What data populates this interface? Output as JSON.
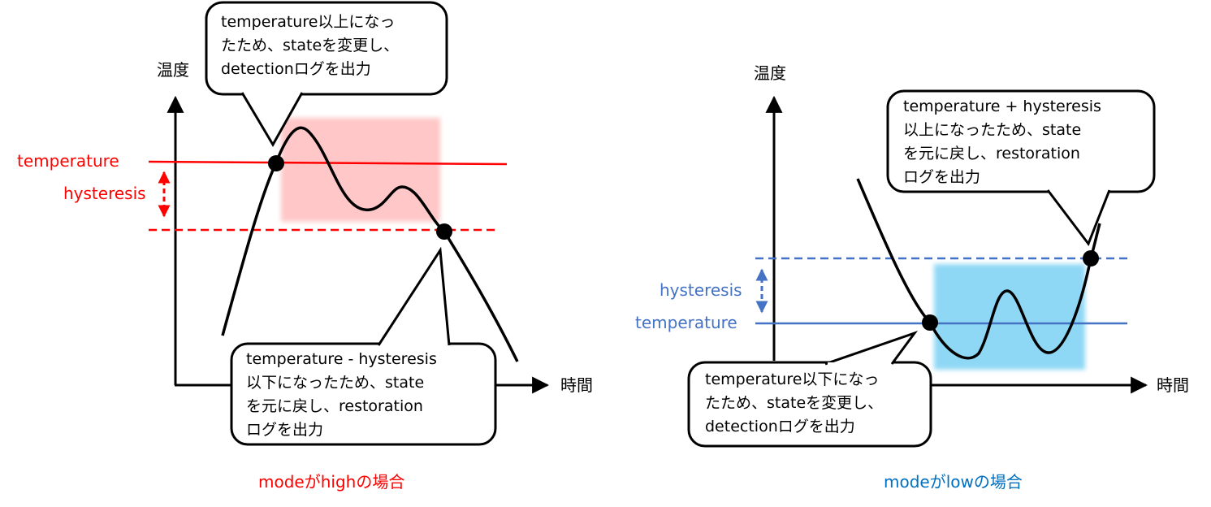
{
  "colors": {
    "high_accent": "#ff0000",
    "low_accent": "#4472c4",
    "low_label": "#0070c0",
    "high_region": "#ffc7c7",
    "low_region": "#8fd8f5"
  },
  "left_panel": {
    "y_axis_label": "温度",
    "x_axis_label": "時間",
    "temperature_label": "temperature",
    "hysteresis_label": "hysteresis",
    "callout_top": "temperature以上になっ\nたため、stateを変更し、\ndetectionログを出力",
    "callout_bottom": "temperature - hysteresis\n以下になったため、state\nを元に戻し、restoration\nログを出力",
    "caption": "modeがhighの場合"
  },
  "right_panel": {
    "y_axis_label": "温度",
    "x_axis_label": "時間",
    "temperature_label": "temperature",
    "hysteresis_label": "hysteresis",
    "callout_top": "temperature + hysteresis\n以上になったため、state\nを元に戻し、restoration\nログを出力",
    "callout_bottom": "temperature以下になっ\nたため、stateを変更し、\ndetectionログを出力",
    "caption": "modeがlowの場合"
  }
}
